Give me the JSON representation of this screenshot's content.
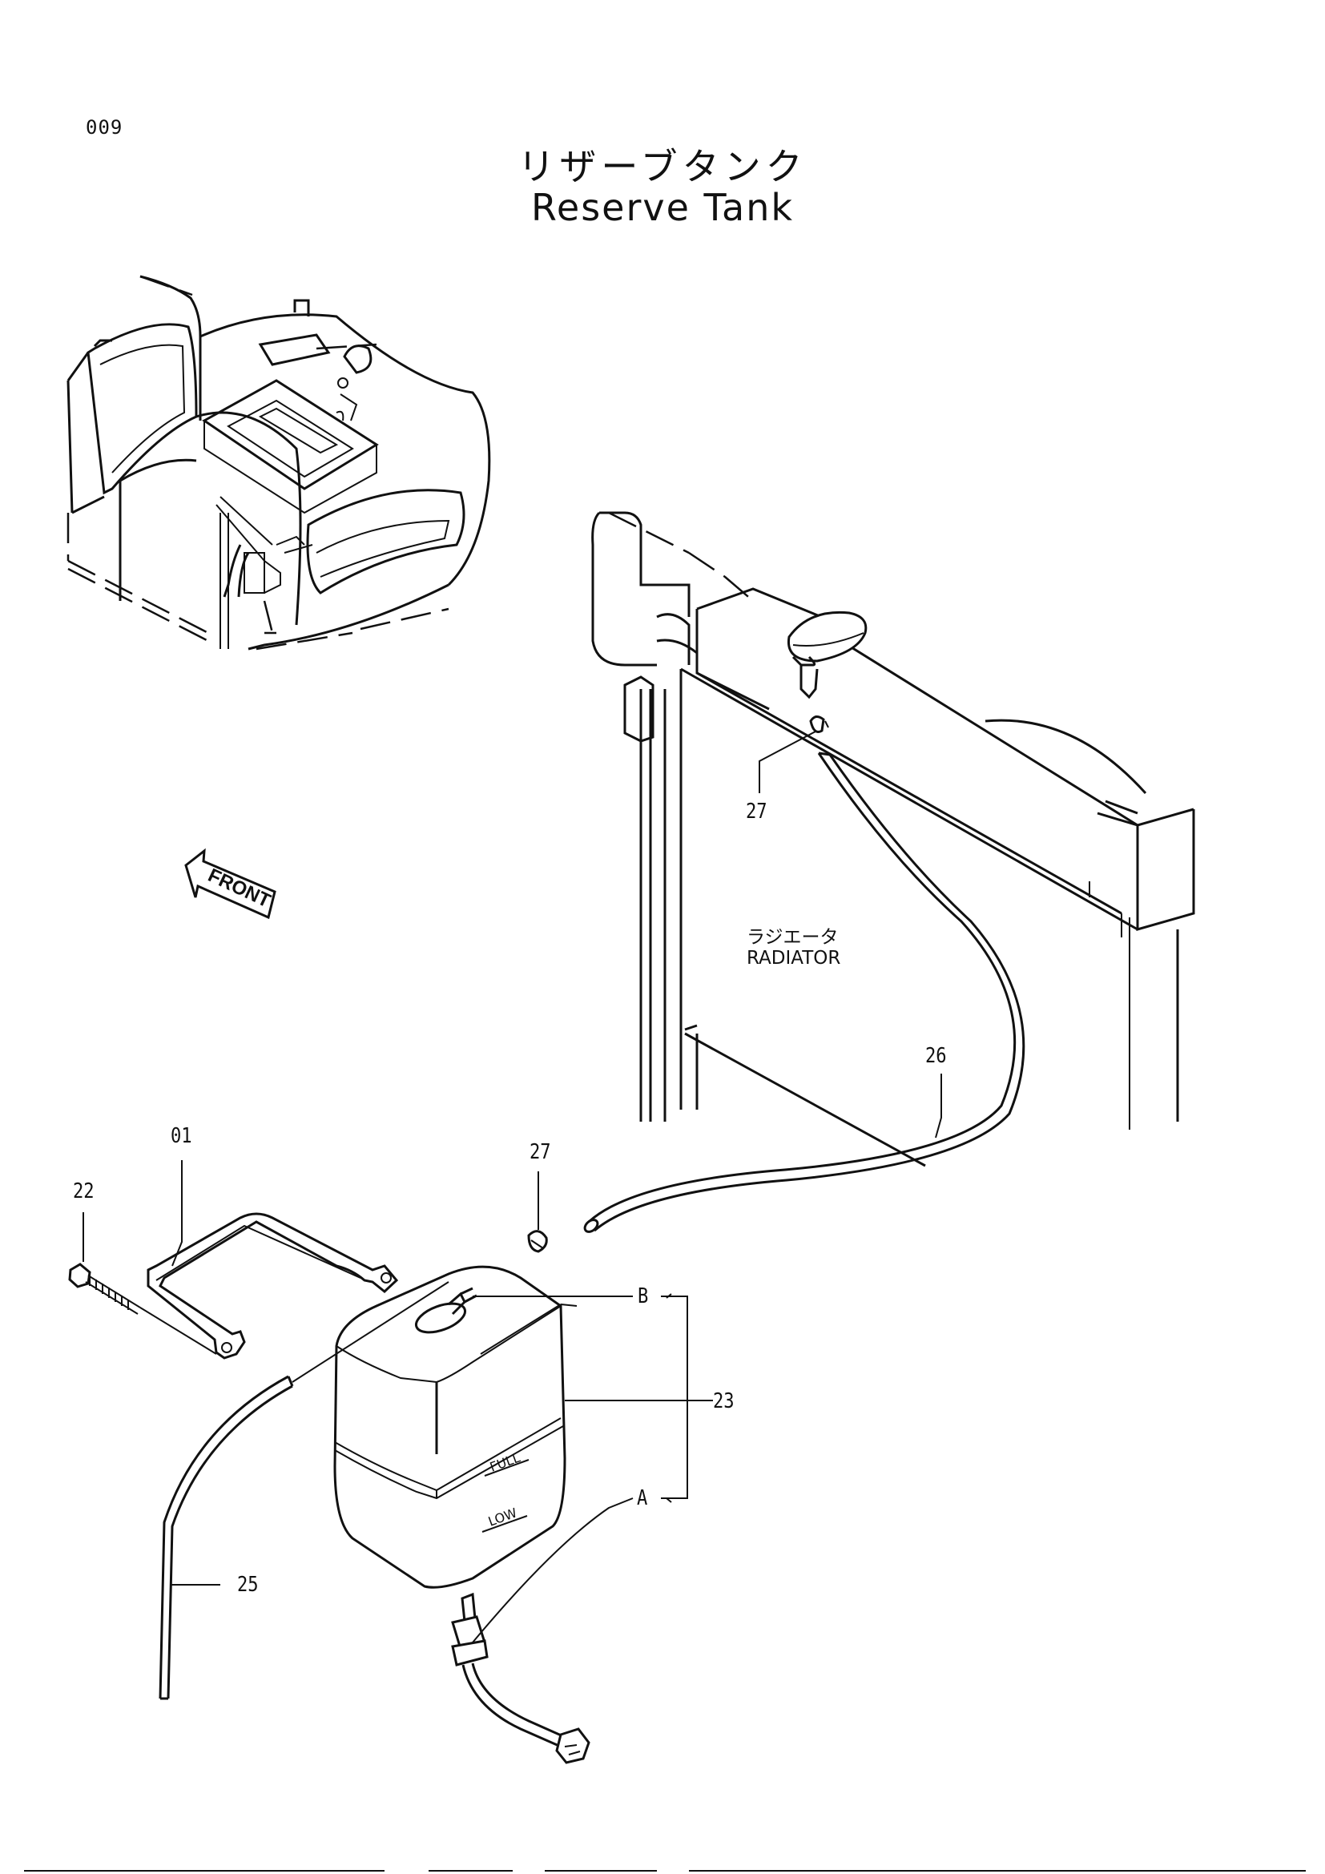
{
  "page": {
    "number": "009"
  },
  "title": {
    "jp": "リザーブタンク",
    "en": "Reserve Tank"
  },
  "direction": {
    "front_label": "FRONT"
  },
  "radiator": {
    "jp": "ラジエータ",
    "en": "RADIATOR"
  },
  "tank_markings": {
    "full": "FULL",
    "low": "LOW"
  },
  "callouts": [
    {
      "id": "01"
    },
    {
      "id": "22"
    },
    {
      "id": "23"
    },
    {
      "id": "25"
    },
    {
      "id": "26"
    },
    {
      "id": "27"
    },
    {
      "id": "27"
    },
    {
      "id": "A"
    },
    {
      "id": "B"
    }
  ]
}
